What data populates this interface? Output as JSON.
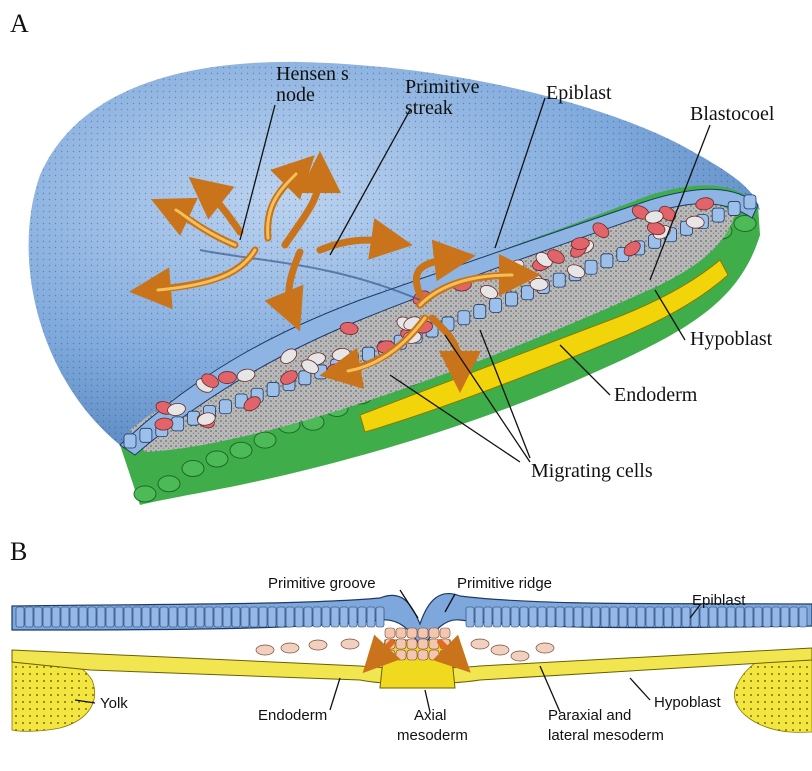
{
  "panels": [
    {
      "letter": "A",
      "labels": {
        "hensens_node": [
          "Hensen s",
          "node"
        ],
        "primitive_streak": [
          "Primitive",
          "streak"
        ],
        "epiblast": "Epiblast",
        "blastocoel": "Blastocoel",
        "hypoblast": "Hypoblast",
        "endoderm": "Endoderm",
        "migrating_cells": "Migrating cells"
      }
    },
    {
      "letter": "B",
      "labels": {
        "primitive_groove": "Primitive groove",
        "primitive_ridge": "Primitive ridge",
        "epiblast": "Epiblast",
        "yolk": "Yolk",
        "endoderm": "Endoderm",
        "axial_mesoderm": [
          "Axial",
          "mesoderm"
        ],
        "paraxial_lateral_mesoderm": [
          "Paraxial and",
          "lateral mesoderm"
        ],
        "hypoblast": "Hypoblast"
      }
    }
  ],
  "colors": {
    "epiblast_blue": "#6f9fd6",
    "surface_blue": "#7fa9dc",
    "hypoblast_green": "#3fae4a",
    "endoderm_yellow": "#f2d40a",
    "mesoderm_red": "#e0646a",
    "arrow_orange": "#e8a020",
    "interior_gray": "#9a9a9a",
    "yolk_yellow": "#f4e640"
  }
}
